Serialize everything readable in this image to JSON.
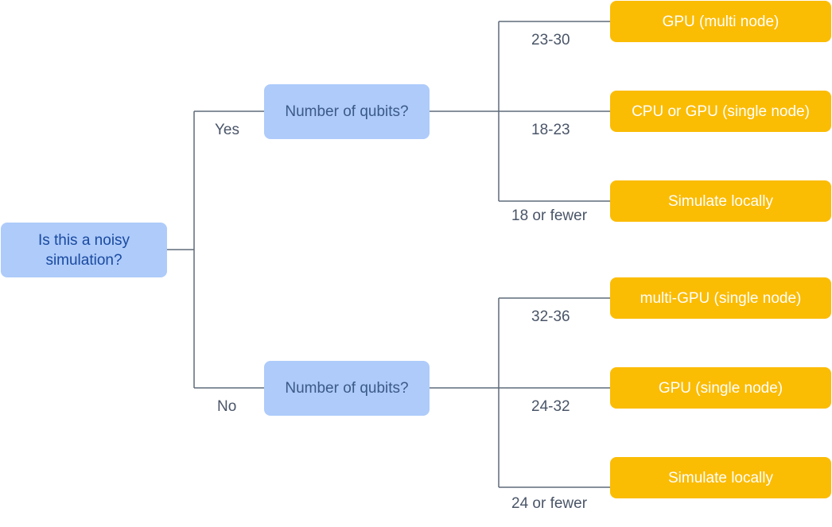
{
  "colors": {
    "question_fill": "#aecbfa",
    "outcome_fill": "#fbbc04",
    "connector": "#5f6b7a"
  },
  "root": {
    "text": "Is this a noisy\nsimulation?"
  },
  "branches": {
    "yes": {
      "label": "Yes",
      "question": "Number of qubits?",
      "outcomes": [
        {
          "range": "23-30",
          "result": "GPU (multi node)"
        },
        {
          "range": "18-23",
          "result": "CPU or GPU (single node)"
        },
        {
          "range": "18 or fewer",
          "result": "Simulate locally"
        }
      ]
    },
    "no": {
      "label": "No",
      "question": "Number of qubits?",
      "outcomes": [
        {
          "range": "32-36",
          "result": "multi-GPU (single node)"
        },
        {
          "range": "24-32",
          "result": "GPU (single node)"
        },
        {
          "range": "24 or fewer",
          "result": "Simulate locally"
        }
      ]
    }
  }
}
